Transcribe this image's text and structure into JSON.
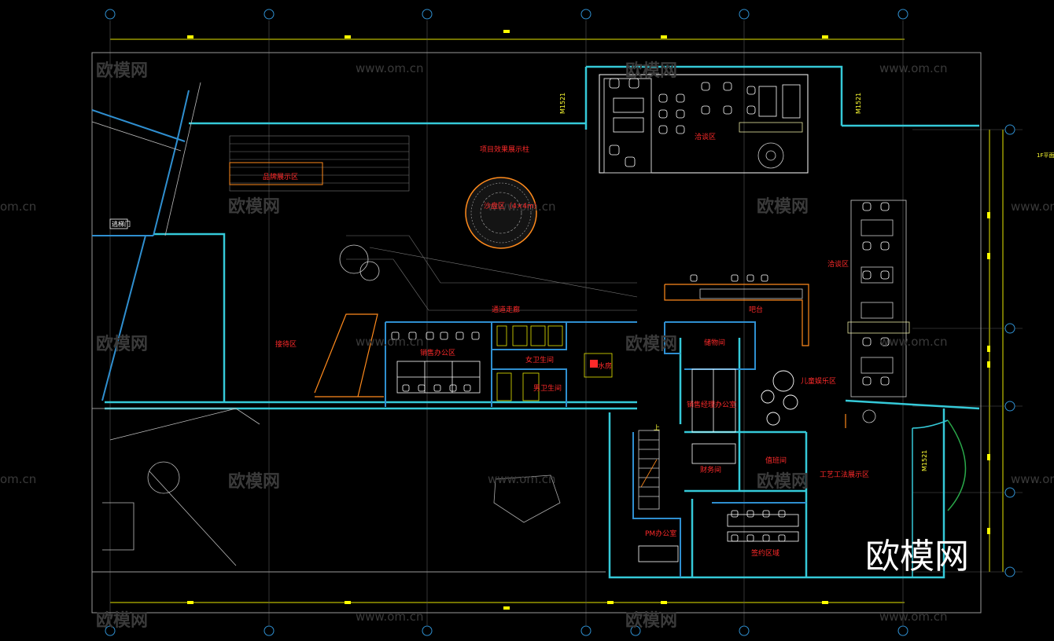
{
  "drawing": {
    "corner_label": "1F平面",
    "brand_logo": "欧模网",
    "colors": {
      "background": "#000000",
      "wall_blue": "#2f8fd0",
      "wall_cyan": "#35c9d8",
      "grid_line": "#e6e600",
      "room_label": "#ff2a2a",
      "furniture": "#ffffff",
      "orange": "#ff8a1c"
    }
  },
  "watermarks": {
    "logo": "欧模网",
    "url": "www.om.cn",
    "url_partial": "om.cn"
  },
  "rooms": [
    {
      "id": "brand-display",
      "label": "品牌展示区"
    },
    {
      "id": "project-sandtable",
      "label": "项目效果展示柱"
    },
    {
      "id": "sandtable",
      "label": "沙盘区（4×4m）"
    },
    {
      "id": "negotiation-top",
      "label": "洽谈区"
    },
    {
      "id": "negotiation-right",
      "label": "洽谈区"
    },
    {
      "id": "reception",
      "label": "接待区"
    },
    {
      "id": "passage",
      "label": "通道走廊"
    },
    {
      "id": "office",
      "label": "销售办公区"
    },
    {
      "id": "female-wc",
      "label": "女卫生间"
    },
    {
      "id": "male-wc",
      "label": "男卫生间"
    },
    {
      "id": "pantry-small",
      "label": "水房"
    },
    {
      "id": "bar",
      "label": "吧台"
    },
    {
      "id": "storage",
      "label": "储物间"
    },
    {
      "id": "kids",
      "label": "儿童娱乐区"
    },
    {
      "id": "manager-office",
      "label": "销售经理办公室"
    },
    {
      "id": "finance",
      "label": "财务间"
    },
    {
      "id": "duty",
      "label": "值班间"
    },
    {
      "id": "craft",
      "label": "工艺工法展示区"
    },
    {
      "id": "pm-office",
      "label": "PM办公室"
    },
    {
      "id": "signing",
      "label": "签约区域"
    }
  ],
  "side_labels": {
    "emergency": "逃梯门",
    "up": "上",
    "door_left": "M1521",
    "door_right": "M1521",
    "door_lower": "M1521"
  }
}
